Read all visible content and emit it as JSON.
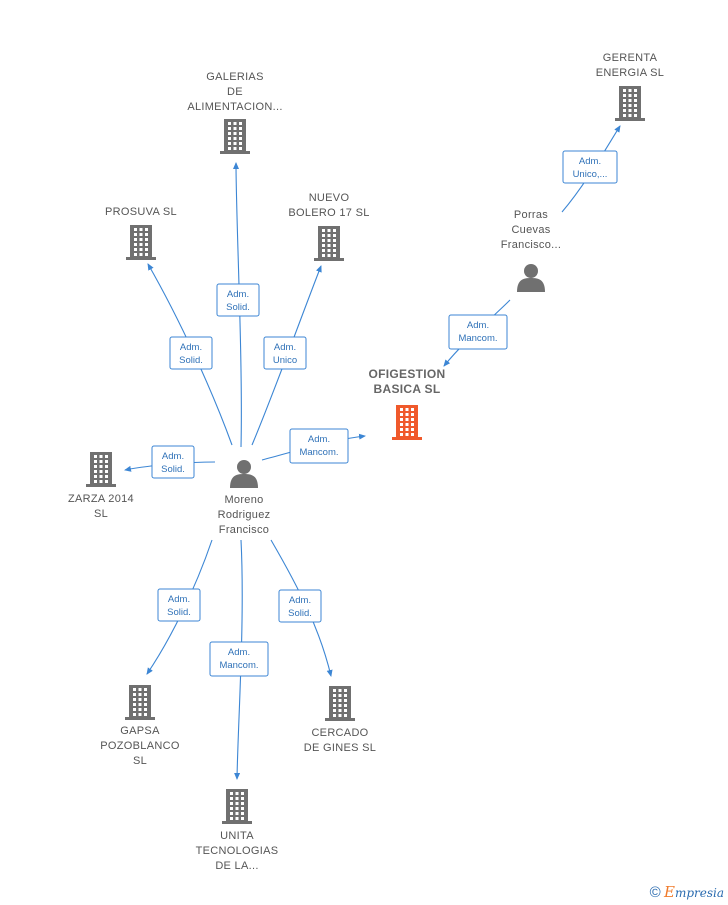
{
  "nodes": [
    {
      "id": "moreno",
      "type": "person",
      "label": [
        "Moreno",
        "Rodriguez",
        "Francisco"
      ],
      "color": "#707070"
    },
    {
      "id": "porras",
      "type": "person",
      "label": [
        "Porras",
        "Cuevas",
        "Francisco..."
      ],
      "color": "#707070"
    },
    {
      "id": "ofigestion",
      "type": "company",
      "label": [
        "OFIGESTION",
        "BASICA  SL"
      ],
      "color": "#f0592b",
      "focus": true
    },
    {
      "id": "galerias",
      "type": "company",
      "label": [
        "GALERIAS",
        "DE",
        "ALIMENTACION..."
      ],
      "color": "#707070"
    },
    {
      "id": "prosuva",
      "type": "company",
      "label": [
        "PROSUVA  SL"
      ],
      "color": "#707070"
    },
    {
      "id": "nuevo",
      "type": "company",
      "label": [
        "NUEVO",
        "BOLERO 17  SL"
      ],
      "color": "#707070"
    },
    {
      "id": "gerenta",
      "type": "company",
      "label": [
        "GERENTA",
        "ENERGIA  SL"
      ],
      "color": "#707070"
    },
    {
      "id": "zarza",
      "type": "company",
      "label": [
        "ZARZA 2014",
        "SL"
      ],
      "color": "#707070"
    },
    {
      "id": "gapsa",
      "type": "company",
      "label": [
        "GAPSA",
        "POZOBLANCO",
        "SL"
      ],
      "color": "#707070"
    },
    {
      "id": "unita",
      "type": "company",
      "label": [
        "UNITA",
        "TECNOLOGIAS",
        "DE LA..."
      ],
      "color": "#707070"
    },
    {
      "id": "cercado",
      "type": "company",
      "label": [
        "CERCADO",
        "DE GINES SL"
      ],
      "color": "#707070"
    }
  ],
  "edges": [
    {
      "id": "e-galerias",
      "from": "moreno",
      "to": "galerias",
      "label": [
        "Adm.",
        "Solid."
      ]
    },
    {
      "id": "e-prosuva",
      "from": "moreno",
      "to": "prosuva",
      "label": [
        "Adm.",
        "Solid."
      ]
    },
    {
      "id": "e-nuevo",
      "from": "moreno",
      "to": "nuevo",
      "label": [
        "Adm.",
        "Unico"
      ]
    },
    {
      "id": "e-ofigestion-moreno",
      "from": "moreno",
      "to": "ofigestion",
      "label": [
        "Adm.",
        "Mancom."
      ]
    },
    {
      "id": "e-zarza",
      "from": "moreno",
      "to": "zarza",
      "label": [
        "Adm.",
        "Solid."
      ]
    },
    {
      "id": "e-gapsa",
      "from": "moreno",
      "to": "gapsa",
      "label": [
        "Adm.",
        "Solid."
      ]
    },
    {
      "id": "e-unita",
      "from": "moreno",
      "to": "unita",
      "label": [
        "Adm.",
        "Mancom."
      ]
    },
    {
      "id": "e-cercado",
      "from": "moreno",
      "to": "cercado",
      "label": [
        "Adm.",
        "Solid."
      ]
    },
    {
      "id": "e-ofigestion-porras",
      "from": "porras",
      "to": "ofigestion",
      "label": [
        "Adm.",
        "Mancom."
      ]
    },
    {
      "id": "e-gerenta",
      "from": "porras",
      "to": "gerenta",
      "label": [
        "Adm.",
        "Unico,..."
      ]
    }
  ],
  "brand": {
    "copyright": "©",
    "initial": "E",
    "rest": "mpresia"
  }
}
